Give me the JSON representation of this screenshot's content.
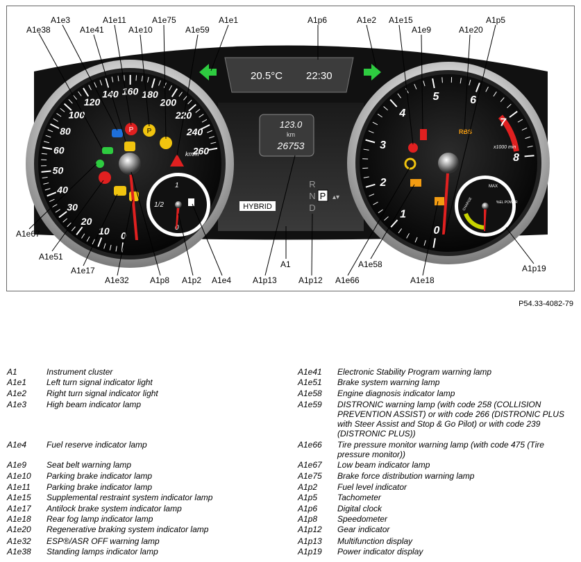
{
  "figure_ref": "P54.33-4082-79",
  "display": {
    "temperature": "20.5°C",
    "clock": "22:30",
    "trip": "123.0",
    "trip_unit": "km",
    "odometer": "26753",
    "hybrid": "HYBRID",
    "gear_r": "R",
    "gear_n": "N",
    "gear_p": "P",
    "gear_d": "D",
    "speed_unit": "km/h",
    "rpm_unit": "x1000\nmin",
    "fuel_half": "1/2",
    "fuel_full": "1",
    "fuel_empty": "0",
    "rbs": "RBS",
    "power_max": "MAX",
    "power_unit": "%EL\nPOWER",
    "power_charge": "CHARGE",
    "speed_ticks": [
      "0",
      "10",
      "20",
      "30",
      "40",
      "50",
      "60",
      "80",
      "100",
      "120",
      "140",
      "160",
      "180",
      "200",
      "220",
      "240",
      "260"
    ],
    "rpm_ticks": [
      "0",
      "1",
      "2",
      "3",
      "4",
      "5",
      "6",
      "7",
      "8"
    ]
  },
  "callouts": {
    "A1e38": "A1e38",
    "A1e3": "A1e3",
    "A1e41": "A1e41",
    "A1e11": "A1e11",
    "A1e10": "A1e10",
    "A1e75": "A1e75",
    "A1e59": "A1e59",
    "A1e1": "A1e1",
    "A1p6": "A1p6",
    "A1e2": "A1e2",
    "A1e15": "A1e15",
    "A1e9": "A1e9",
    "A1e20": "A1e20",
    "A1p5": "A1p5",
    "A1e67": "A1e67",
    "A1e51": "A1e51",
    "A1e17": "A1e17",
    "A1e32": "A1e32",
    "A1p8": "A1p8",
    "A1p2": "A1p2",
    "A1e4": "A1e4",
    "A1p13": "A1p13",
    "A1": "A1",
    "A1p12": "A1p12",
    "A1e66": "A1e66",
    "A1e58": "A1e58",
    "A1e18": "A1e18",
    "A1p19": "A1p19"
  },
  "legend_left": [
    {
      "code": "A1",
      "desc": "Instrument cluster"
    },
    {
      "code": "A1e1",
      "desc": "Left turn signal indicator light"
    },
    {
      "code": "A1e2",
      "desc": "Right turn signal indicator light"
    },
    {
      "code": "A1e3",
      "desc": "High beam indicator lamp"
    },
    {
      "code": "A1e4",
      "desc": "Fuel reserve indicator lamp"
    },
    {
      "code": "A1e9",
      "desc": "Seat belt warning lamp"
    },
    {
      "code": "A1e10",
      "desc": "Parking brake indicator lamp"
    },
    {
      "code": "A1e11",
      "desc": "Parking brake indicator lamp"
    },
    {
      "code": "A1e15",
      "desc": "Supplemental restraint system indicator lamp"
    },
    {
      "code": "A1e17",
      "desc": "Antilock brake system indicator lamp"
    },
    {
      "code": "A1e18",
      "desc": "Rear fog lamp indicator lamp"
    },
    {
      "code": "A1e20",
      "desc": "Regenerative braking system indicator lamp"
    },
    {
      "code": "A1e32",
      "desc": "ESP®/ASR OFF warning lamp"
    },
    {
      "code": "A1e38",
      "desc": "Standing lamps indicator lamp"
    }
  ],
  "legend_right": [
    {
      "code": "A1e41",
      "desc": "Electronic Stability Program warning lamp"
    },
    {
      "code": "A1e51",
      "desc": "Brake system warning lamp"
    },
    {
      "code": "A1e58",
      "desc": "Engine diagnosis indicator lamp"
    },
    {
      "code": "A1e59",
      "desc": "DISTRONIC warning lamp (with code 258 (COLLISION PREVENTION ASSIST) or with code 266 (DISTRONIC PLUS with Steer Assist and Stop & Go Pilot) or with code 239 (DISTRONIC PLUS))"
    },
    {
      "code": "A1e66",
      "desc": "Tire pressure monitor warning lamp (with code 475 (Tire pressure monitor))"
    },
    {
      "code": "A1e67",
      "desc": "Low beam indicator lamp"
    },
    {
      "code": "A1e75",
      "desc": "Brake force distribution warning lamp"
    },
    {
      "code": "A1p2",
      "desc": "Fuel level indicator"
    },
    {
      "code": "A1p5",
      "desc": "Tachometer"
    },
    {
      "code": "A1p6",
      "desc": "Digital clock"
    },
    {
      "code": "A1p8",
      "desc": "Speedometer"
    },
    {
      "code": "A1p12",
      "desc": "Gear indicator"
    },
    {
      "code": "A1p13",
      "desc": "Multifunction display"
    },
    {
      "code": "A1p19",
      "desc": "Power indicator display"
    }
  ]
}
